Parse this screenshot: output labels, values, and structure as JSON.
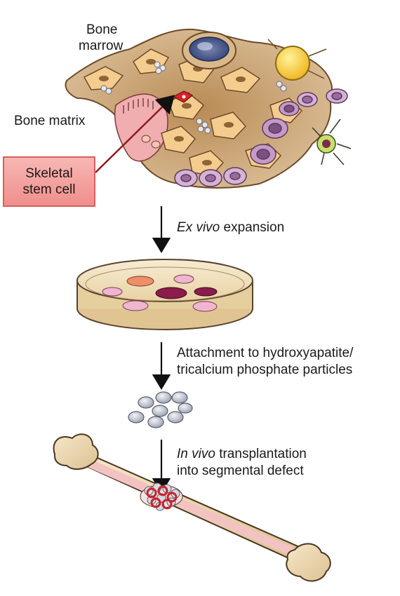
{
  "labels": {
    "bone_marrow_1": "Bone",
    "bone_marrow_2": "marrow",
    "bone_matrix": "Bone matrix",
    "stem_cell_1": "Skeletal",
    "stem_cell_2": "stem cell"
  },
  "steps": [
    {
      "italic": "Ex vivo",
      "text": " expansion"
    },
    {
      "line1": "Attachment to hydroxyapatite/",
      "line2": "tricalcium phosphate particles"
    },
    {
      "italic": "In vivo",
      "text": " transplantation",
      "line2": "into segmental defect"
    }
  ],
  "colors": {
    "matrix_fill": "#c8a477",
    "stroma_fill": "#f3c98c",
    "stem_box_fill": "#f2a09d",
    "stem_box_border": "#d6605e",
    "stem_cell_red": "#d8232a",
    "adipocyte_yellow": "#f6c521",
    "purple_cells": "#b78bb5",
    "dish_fill": "#f1dfb8",
    "colony_pink": "#e9a9c3",
    "colony_dark": "#8b1c4b",
    "particle_grey": "#c9ccd6",
    "bone_fill": "#efdcb5",
    "bone_inner": "#f4c6c6",
    "defect_red": "#c8232a",
    "arrow": "#111111"
  },
  "icons": [
    "bone-marrow-illustration",
    "petri-dish-icon",
    "particles-icon",
    "long-bone-icon"
  ]
}
